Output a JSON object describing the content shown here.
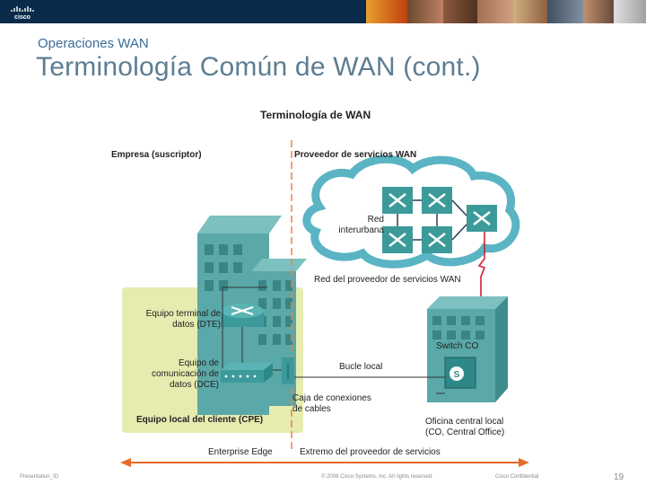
{
  "header": {
    "logo_text": "cisco",
    "photo_strip_icon": "people-photo-strip"
  },
  "slide": {
    "subtitle": "Operaciones WAN",
    "title": "Terminología Común de WAN (cont.)"
  },
  "diagram": {
    "heading": "Terminología de WAN",
    "left_zone_label": "Empresa (suscriptor)",
    "right_zone_label": "Proveedor de servicios WAN",
    "cloud_label_line1": "Red",
    "cloud_label_line2": "interurbana",
    "provider_network_label": "Red del proveedor de servicios WAN",
    "dte_line1": "Equipo terminal de",
    "dte_line2": "datos (DTE)",
    "dce_line1": "Equipo de",
    "dce_line2": "comunicación de",
    "dce_line3": "datos (DCE)",
    "local_loop_label": "Bucle local",
    "co_switch_label": "Switch CO",
    "demarc_line1": "Caja de conexiones",
    "demarc_line2": "de cables",
    "cpe_label": "Equipo local del cliente (CPE)",
    "co_line1": "Oficina central local",
    "co_line2": "(CO, Central Office)",
    "bottom_left_label": "Enterprise Edge",
    "bottom_right_label": "Extremo del proveedor de servicios",
    "colors": {
      "cpe_zone": "#e6ecb0",
      "building": "#5aa8a8",
      "divider": "#f08040",
      "arrow": "#e86a2a",
      "cloud_border": "#5ab4c4"
    }
  },
  "footer": {
    "left": "Presentation_ID",
    "center": "© 2008 Cisco Systems, Inc. All rights reserved.",
    "right": "Cisco Confidential",
    "page": "19"
  }
}
